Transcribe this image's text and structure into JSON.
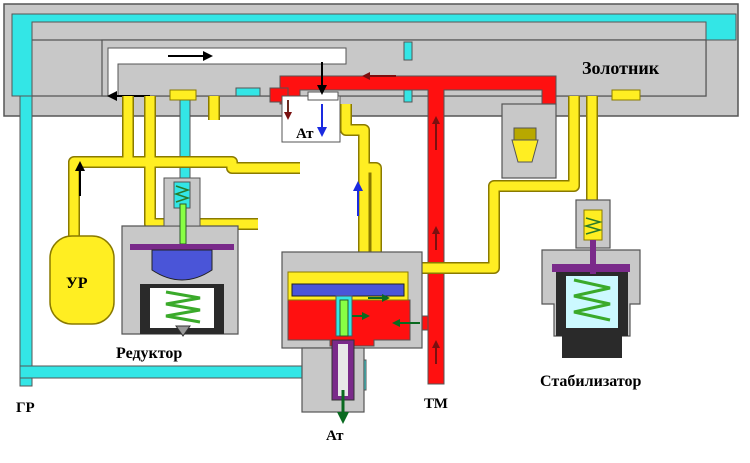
{
  "labels": {
    "zolotnik": "Золотник",
    "ur": "УР",
    "at_top": "Ат",
    "reduktor": "Редуктор",
    "stabilizator": "Стабилизатор",
    "gr": "ГР",
    "tm": "ТМ",
    "at_bottom": "Ат"
  },
  "colors": {
    "housing": "#c8c8c8",
    "outline": "#555555",
    "cyan": "#33e6e6",
    "yellow": "#ffee22",
    "yellow_dark": "#b8a800",
    "red": "#ff1010",
    "spring": "#88ff44",
    "piston_blue": "#4a55d8",
    "purple": "#7a2a8a",
    "dark": "#2a2a2a",
    "arrow_black": "#000000",
    "arrow_blue": "#1a2ae0",
    "arrow_red": "#7a1010",
    "arrow_green": "#0a6a20",
    "arrow_brown": "#6a2a20"
  }
}
